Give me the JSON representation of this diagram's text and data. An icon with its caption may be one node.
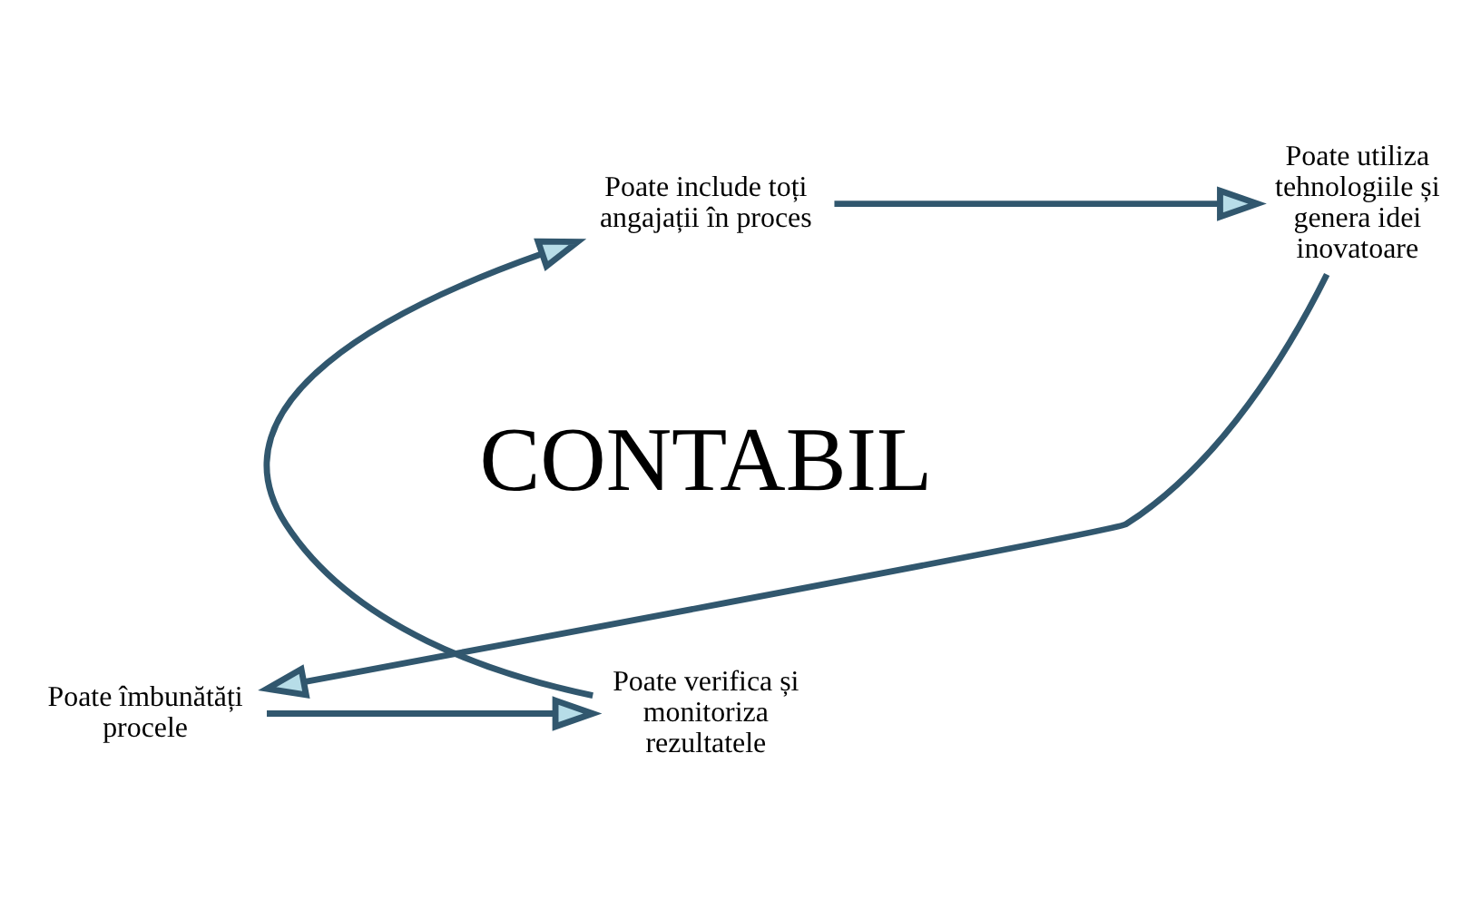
{
  "diagram": {
    "nodes": [
      {
        "text": [
          "Poate include toți angajații în proces"
        ]
      },
      {
        "text": [
          "Poate utiliza tehnologiile și genera idei inovatoare"
        ]
      },
      {
        "text": [
          "Poate îmbunătăți procele"
        ]
      },
      {
        "text": [
          "Poate verifica și monitoriza rezultatele"
        ]
      }
    ],
    "edges": [
      {
        "from": 0,
        "to": 1,
        "arrow": "to"
      },
      {
        "from": 1,
        "to": 2,
        "arrow": "to"
      },
      {
        "from": 2,
        "to": 3,
        "arrow": "to"
      },
      {
        "from": 3,
        "to": 0,
        "arrow": "to"
      }
    ],
    "labels": [
      "CONTABIL"
    ]
  }
}
